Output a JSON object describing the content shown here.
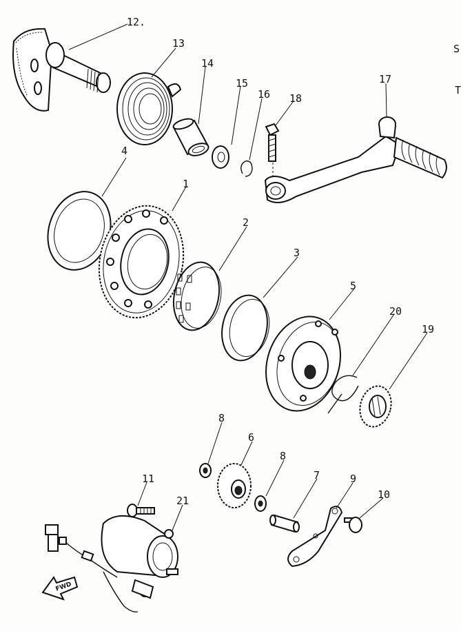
{
  "diagram": {
    "callouts": [
      "1",
      "2",
      "3",
      "4",
      "5",
      "6",
      "7",
      "8",
      "9",
      "10",
      "11",
      "12",
      "13",
      "14",
      "15",
      "16",
      "17",
      "18",
      "19",
      "20",
      "21"
    ],
    "label_8_duplicate": "8",
    "label_12": "12.",
    "fwd_label": "FWD",
    "edge_marks": [
      "S",
      "T"
    ]
  }
}
